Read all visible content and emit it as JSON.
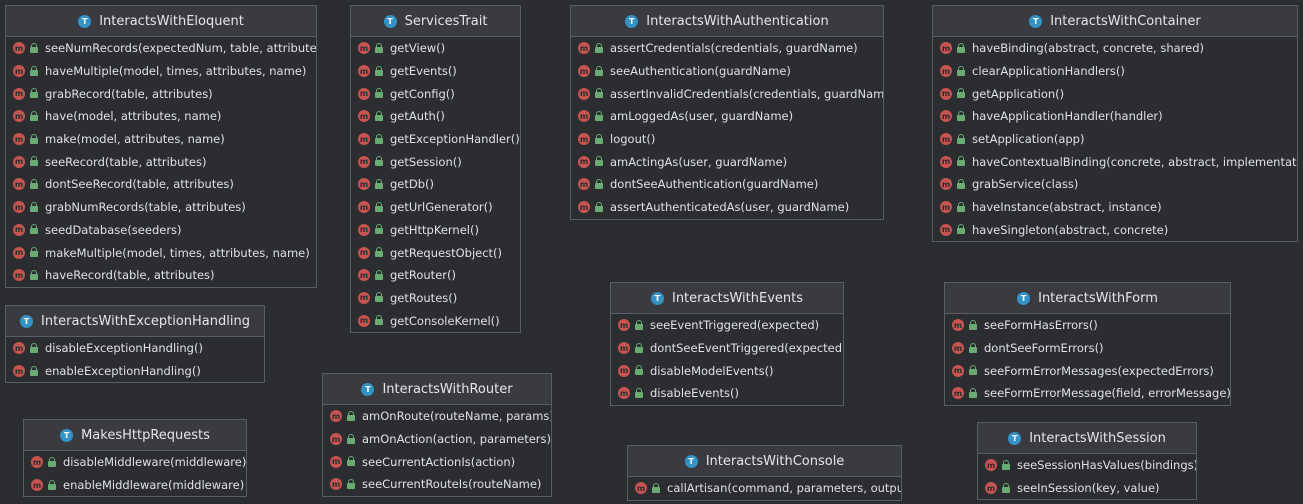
{
  "nodes": [
    {
      "key": "eloquent",
      "title": "InteractsWithEloquent",
      "members": [
        "seeNumRecords(expectedNum, table, attributes)",
        "haveMultiple(model, times, attributes, name)",
        "grabRecord(table, attributes)",
        "have(model, attributes, name)",
        "make(model, attributes, name)",
        "seeRecord(table, attributes)",
        "dontSeeRecord(table, attributes)",
        "grabNumRecords(table, attributes)",
        "seedDatabase(seeders)",
        "makeMultiple(model, times, attributes, name)",
        "haveRecord(table, attributes)"
      ]
    },
    {
      "key": "services",
      "title": "ServicesTrait",
      "members": [
        "getView()",
        "getEvents()",
        "getConfig()",
        "getAuth()",
        "getExceptionHandler()",
        "getSession()",
        "getDb()",
        "getUrlGenerator()",
        "getHttpKernel()",
        "getRequestObject()",
        "getRouter()",
        "getRoutes()",
        "getConsoleKernel()"
      ]
    },
    {
      "key": "authentication",
      "title": "InteractsWithAuthentication",
      "members": [
        "assertCredentials(credentials, guardName)",
        "seeAuthentication(guardName)",
        "assertInvalidCredentials(credentials, guardName)",
        "amLoggedAs(user, guardName)",
        "logout()",
        "amActingAs(user, guardName)",
        "dontSeeAuthentication(guardName)",
        "assertAuthenticatedAs(user, guardName)"
      ]
    },
    {
      "key": "container",
      "title": "InteractsWithContainer",
      "members": [
        "haveBinding(abstract, concrete, shared)",
        "clearApplicationHandlers()",
        "getApplication()",
        "haveApplicationHandler(handler)",
        "setApplication(app)",
        "haveContextualBinding(concrete, abstract, implementation",
        "grabService(class)",
        "haveInstance(abstract, instance)",
        "haveSingleton(abstract, concrete)"
      ]
    },
    {
      "key": "exception",
      "title": "InteractsWithExceptionHandling",
      "members": [
        "disableExceptionHandling()",
        "enableExceptionHandling()"
      ]
    },
    {
      "key": "events",
      "title": "InteractsWithEvents",
      "members": [
        "seeEventTriggered(expected)",
        "dontSeeEventTriggered(expected)",
        "disableModelEvents()",
        "disableEvents()"
      ]
    },
    {
      "key": "form",
      "title": "InteractsWithForm",
      "members": [
        "seeFormHasErrors()",
        "dontSeeFormErrors()",
        "seeFormErrorMessages(expectedErrors)",
        "seeFormErrorMessage(field, errorMessage)"
      ]
    },
    {
      "key": "router",
      "title": "InteractsWithRouter",
      "members": [
        "amOnRoute(routeName, params)",
        "amOnAction(action, parameters)",
        "seeCurrentActionIs(action)",
        "seeCurrentRouteIs(routeName)"
      ]
    },
    {
      "key": "http",
      "title": "MakesHttpRequests",
      "members": [
        "disableMiddleware(middleware)",
        "enableMiddleware(middleware)"
      ]
    },
    {
      "key": "console",
      "title": "InteractsWithConsole",
      "members": [
        "callArtisan(command, parameters, output)"
      ]
    },
    {
      "key": "session",
      "title": "InteractsWithSession",
      "members": [
        "seeSessionHasValues(bindings)",
        "seeInSession(key, value)"
      ]
    }
  ],
  "icons": {
    "trait_letter": "T",
    "method_letter": "m",
    "trait_color": "#3592c4",
    "method_color": "#c75450",
    "visibility_color": "#6aab73"
  }
}
